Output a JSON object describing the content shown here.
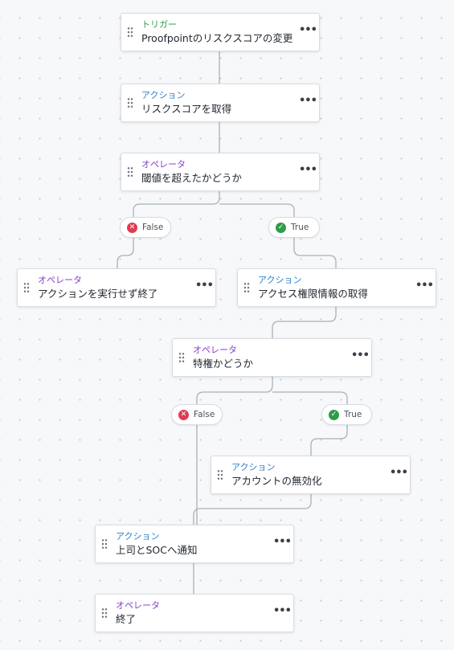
{
  "nodes": {
    "trigger": {
      "type": "トリガー",
      "title": "Proofpointのリスクスコアの変更"
    },
    "get_score": {
      "type": "アクション",
      "title": "リスクスコアを取得"
    },
    "threshold": {
      "type": "オペレータ",
      "title": "閾値を超えたかどうか"
    },
    "end_no_action": {
      "type": "オペレータ",
      "title": "アクションを実行せず終了"
    },
    "get_access": {
      "type": "アクション",
      "title": "アクセス権限情報の取得"
    },
    "privileged": {
      "type": "オペレータ",
      "title": "特権かどうか"
    },
    "disable_account": {
      "type": "アクション",
      "title": "アカウントの無効化"
    },
    "notify": {
      "type": "アクション",
      "title": "上司とSOCへ通知"
    },
    "end": {
      "type": "オペレータ",
      "title": "終了"
    }
  },
  "more_glyph": "•••",
  "branches": {
    "threshold_false": "False",
    "threshold_true": "True",
    "privileged_false": "False",
    "privileged_true": "True"
  },
  "icons": {
    "false": "x-circle-icon",
    "true": "check-circle-icon",
    "handle": "drag-handle-icon",
    "more": "more-icon"
  },
  "colors": {
    "trigger": "#2f9c4a",
    "action": "#2f7fc7",
    "operator": "#8a3fd0",
    "false": "#e23a53",
    "true": "#2f9c4a",
    "connector": "#a9b0ba"
  }
}
